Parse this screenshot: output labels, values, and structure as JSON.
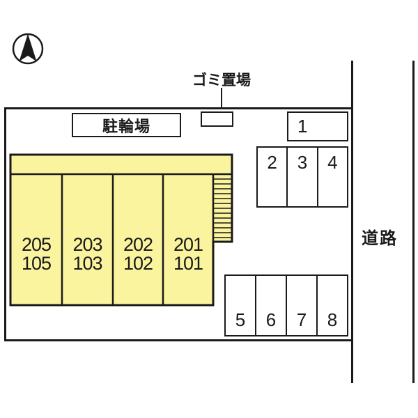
{
  "colors": {
    "background": "#ffffff",
    "line": "#1a1a1a",
    "building_fill": "#FAF49E"
  },
  "compass": {
    "icon": "north-arrow"
  },
  "annotations": {
    "garbage_label": "ゴミ置場",
    "bicycle_label": "駐輪場",
    "road_label": "道路"
  },
  "building": {
    "units": [
      {
        "upper": "205",
        "lower": "105"
      },
      {
        "upper": "203",
        "lower": "103"
      },
      {
        "upper": "202",
        "lower": "102"
      },
      {
        "upper": "201",
        "lower": "101"
      }
    ]
  },
  "parking": {
    "space_1": "1",
    "top_row": [
      "2",
      "3",
      "4"
    ],
    "bottom_row": [
      "5",
      "6",
      "7",
      "8"
    ]
  }
}
